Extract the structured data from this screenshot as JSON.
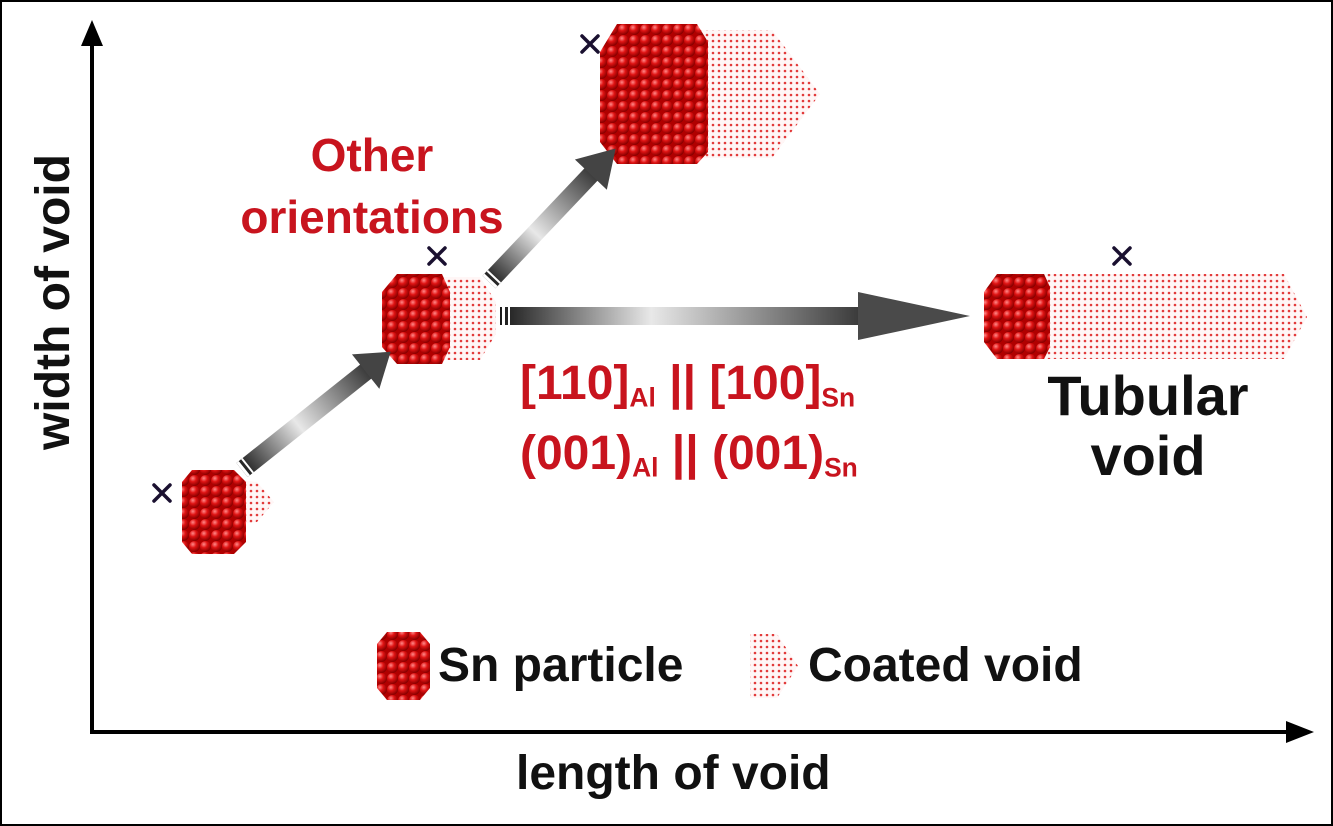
{
  "axes": {
    "x_label": "length of void",
    "y_label": "width of void"
  },
  "labels": {
    "other_orientations": [
      "Other",
      "orientations"
    ],
    "relation1": {
      "a": "[110]",
      "a_sub": "Al",
      "sep": " || ",
      "b": "[100]",
      "b_sub": "Sn"
    },
    "relation2": {
      "a": "(001)",
      "a_sub": "Al",
      "sep": " || ",
      "b": "(001)",
      "b_sub": "Sn"
    },
    "tubular_void": [
      "Tubular",
      "void"
    ]
  },
  "legend": {
    "sn_particle": "Sn particle",
    "coated_void": "Coated void"
  },
  "colors": {
    "accent_red": "#c8141e",
    "text_black": "#111111",
    "arrow_gray": "#444444"
  },
  "icons": [
    "cross-icon",
    "sn-particle-legend-icon",
    "coated-void-legend-icon"
  ]
}
